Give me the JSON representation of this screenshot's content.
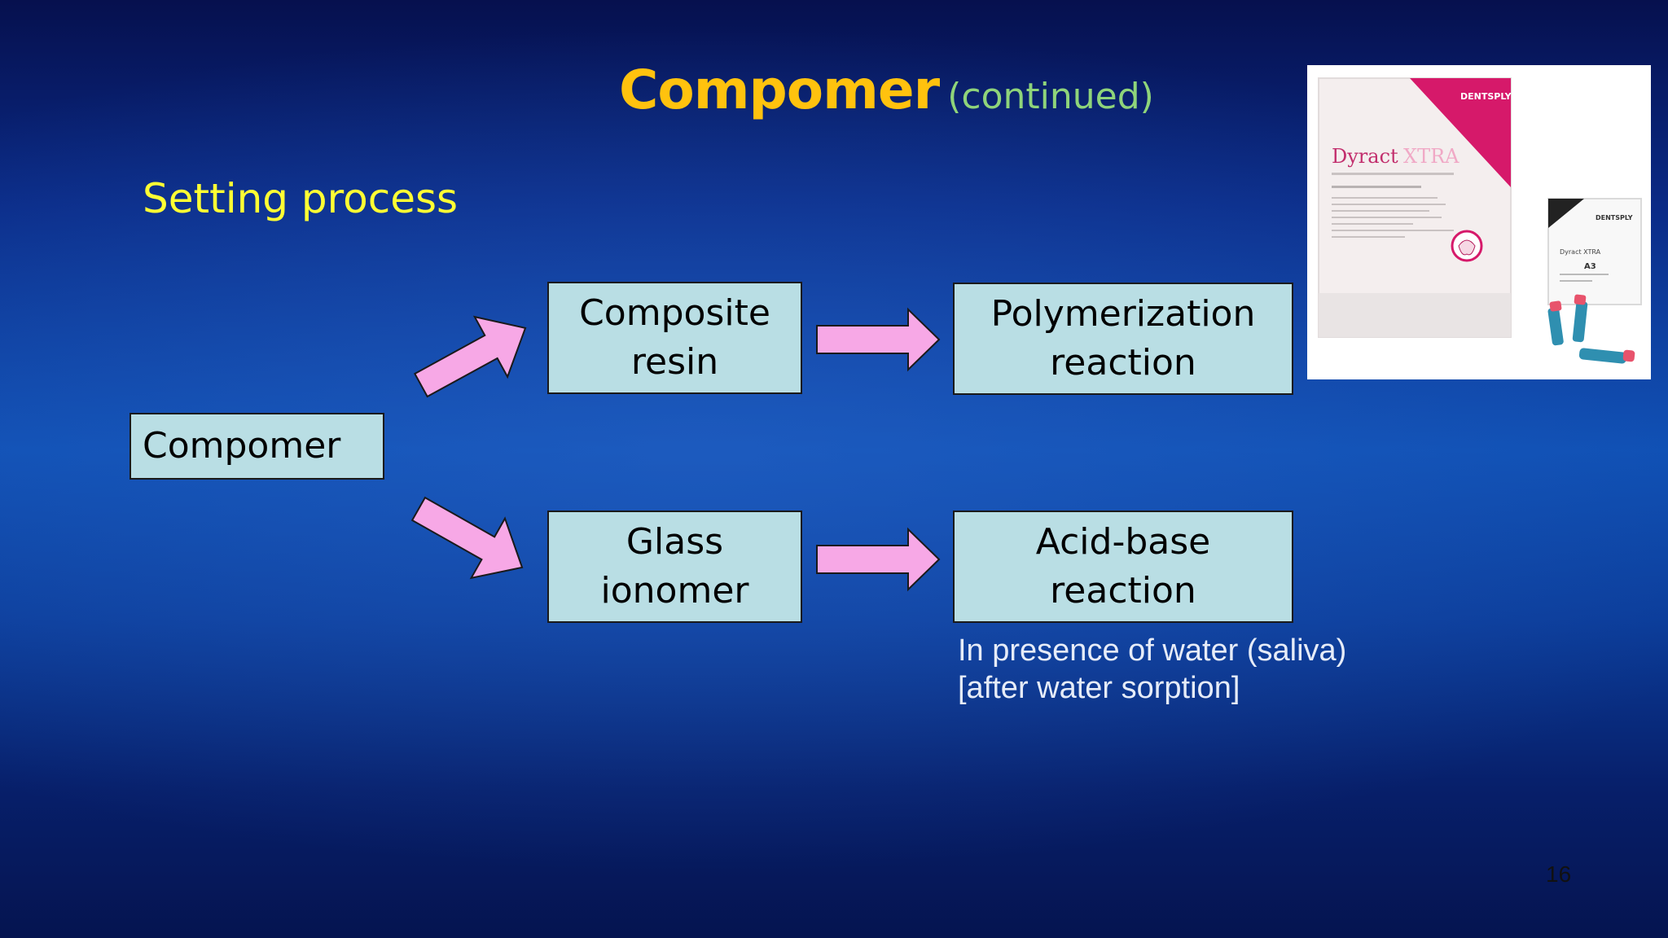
{
  "slide": {
    "title": "Compomer",
    "title_suffix": "(continued)",
    "subtitle": "Setting process",
    "page_number": "16"
  },
  "diagram": {
    "source": "Compomer",
    "branches": [
      {
        "component": [
          "Composite",
          "resin"
        ],
        "reaction": [
          "Polymerization",
          "reaction"
        ]
      },
      {
        "component": [
          "Glass",
          "ionomer"
        ],
        "reaction": [
          "Acid-base",
          "reaction"
        ]
      }
    ],
    "note_lines": [
      "In presence of water (saliva)",
      "[after water sorption]"
    ]
  },
  "product_image": {
    "brand": "Dyract",
    "brand_suffix": "XTRA",
    "maker": "DENTSPLY",
    "shade": "A3",
    "colors": {
      "accent": "#d6196a",
      "capsule": "#2f8fb0"
    }
  },
  "colors": {
    "title": "#ffc20e",
    "title_suffix": "#8fd47a",
    "subtitle": "#ffff33",
    "box_fill": "#b9dee4",
    "arrow_fill": "#f7a8e6"
  }
}
